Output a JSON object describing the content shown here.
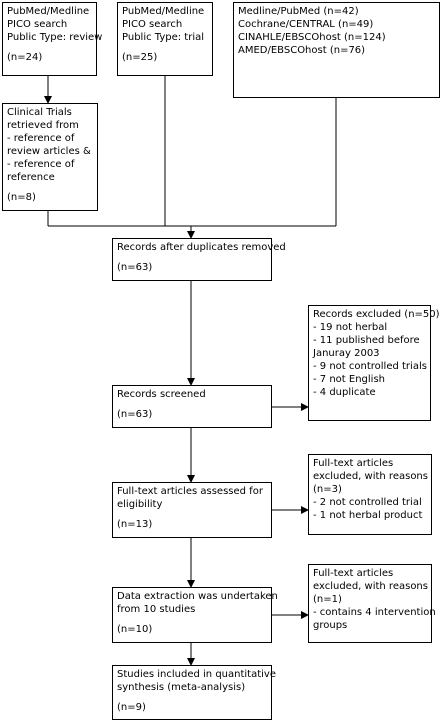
{
  "boxes": {
    "pubmed_review": [
      "PubMed/Medline",
      "PICO search",
      "Public Type: review",
      "(n=24)"
    ],
    "pubmed_trial": [
      "PubMed/Medline",
      "PICO search",
      "Public Type: trial",
      "(n=25)"
    ],
    "databases": [
      "Medline/PubMed (n=42)",
      "Cochrane/CENTRAL (n=49)",
      "CINAHLE/EBSCOhost (n=124)",
      "AMED/EBSCOhost (n=76)"
    ],
    "clinical_trials": [
      "Clinical Trials",
      "retrieved from",
      "- reference of",
      "review articles &",
      "- reference of",
      "reference",
      "(n=8)"
    ],
    "after_duplicates": [
      "Records after duplicates removed",
      "(n=63)"
    ],
    "records_excluded": [
      "Records excluded (n=50)",
      "- 19 not herbal",
      "- 11 published before",
      "Januray 2003",
      "- 9 not controlled trials",
      "- 7 not English",
      "- 4 duplicate"
    ],
    "records_screened": [
      "Records screened",
      "(n=63)"
    ],
    "fulltext_excluded_1": [
      "Full-text articles",
      "excluded, with reasons",
      "(n=3)",
      "- 2 not controlled trial",
      "- 1 not herbal product"
    ],
    "fulltext_assessed": [
      "Full-text articles assessed for",
      "eligibility",
      "(n=13)"
    ],
    "fulltext_excluded_2": [
      "Full-text articles",
      "excluded, with reasons",
      "(n=1)",
      "- contains 4 intervention",
      "groups"
    ],
    "data_extraction": [
      "Data extraction was undertaken",
      "from 10 studies",
      "(n=10)"
    ],
    "included": [
      "Studies included in quantitative",
      "synthesis (meta-analysis)",
      "(n=9)"
    ]
  }
}
